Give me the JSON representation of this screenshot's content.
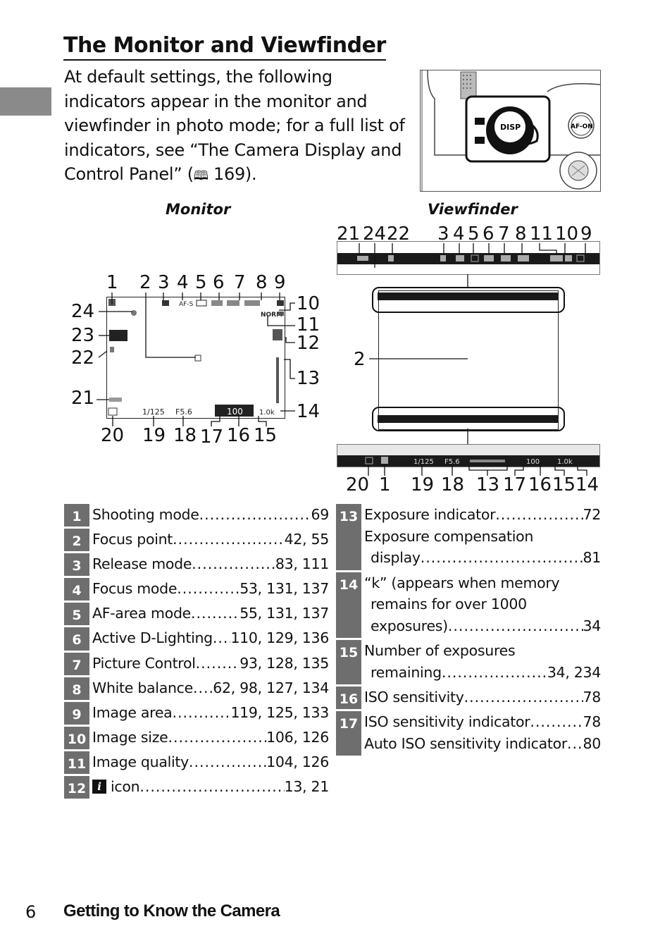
{
  "page": {
    "title": "The Monitor and Viewfinder",
    "intro_lines": [
      "At default settings, the following",
      "indicators appear in the monitor and",
      "viewfinder in photo mode; for a full list of",
      "indicators, see “The Camera Display and",
      "Control Panel” (",
      " 169)."
    ],
    "book_icon": "book-icon",
    "footer": {
      "page_number": "6",
      "section_title": "Getting to Know the Camera"
    }
  },
  "illustration": {
    "disp_label": "DISP",
    "afon_label": "AF-ON"
  },
  "diagram": {
    "monitor_caption": "Monitor",
    "viewfinder_caption": "Viewfinder",
    "monitor_numbers": {
      "n1": "1",
      "n2": "2",
      "n3": "3",
      "n4": "4",
      "n5": "5",
      "n6": "6",
      "n7": "7",
      "n8": "8",
      "n9": "9",
      "n10": "10",
      "n11": "11",
      "n12": "12",
      "n13": "13",
      "n14": "14",
      "n15": "15",
      "n16": "16",
      "n17": "17",
      "n18": "18",
      "n19": "19",
      "n20": "20",
      "n21": "21",
      "n22": "22",
      "n23": "23",
      "n24": "24"
    },
    "viewfinder_top_numbers": {
      "n21": "21",
      "n24": "24",
      "n22": "22",
      "n3": "3",
      "n4": "4",
      "n5": "5",
      "n6": "6",
      "n7": "7",
      "n8": "8",
      "n11": "11",
      "n10": "10",
      "n9": "9"
    },
    "viewfinder_side_number": "2",
    "viewfinder_bottom_numbers": {
      "n20": "20",
      "n1": "1",
      "n19": "19",
      "n18": "18",
      "n13": "13",
      "n17": "17",
      "n16": "16",
      "n15": "15",
      "n14": "14"
    },
    "screen_readouts": {
      "shutter": "1/125",
      "aperture": "F5.6",
      "iso": "100",
      "remaining": "1.0k",
      "quality": "NORM",
      "afs": "AF-S"
    }
  },
  "legend_left": [
    {
      "num": "1",
      "label": "Shooting mode",
      "pages": "69"
    },
    {
      "num": "2",
      "label": "Focus point",
      "pages": "42, 55"
    },
    {
      "num": "3",
      "label": "Release mode",
      "pages": "83, 111"
    },
    {
      "num": "4",
      "label": "Focus mode",
      "pages": "53, 131, 137"
    },
    {
      "num": "5",
      "label": "AF-area mode",
      "pages": "55, 131, 137"
    },
    {
      "num": "6",
      "label": "Active D-Lighting",
      "pages": "110, 129, 136"
    },
    {
      "num": "7",
      "label": "Picture Control",
      "pages": "93, 128, 135"
    },
    {
      "num": "8",
      "label": "White balance",
      "pages": "62, 98, 127, 134"
    },
    {
      "num": "9",
      "label": "Image area",
      "pages": "119, 125, 133"
    },
    {
      "num": "10",
      "label": "Image size",
      "pages": "106, 126"
    },
    {
      "num": "11",
      "label": "Image quality",
      "pages": "104, 126"
    },
    {
      "num": "12",
      "label": "icon",
      "pages": "13, 21"
    }
  ],
  "legend_right": [
    {
      "num": "13",
      "lines": [
        {
          "label": "Exposure indicator",
          "pages": "72"
        },
        {
          "label": "Exposure compensation",
          "pages": ""
        },
        {
          "label": "display",
          "pages": "81",
          "indent": true
        }
      ]
    },
    {
      "num": "14",
      "lines": [
        {
          "label": "“k” (appears when memory",
          "pages": ""
        },
        {
          "label": "remains for over 1000",
          "pages": "",
          "indent": true
        },
        {
          "label": "exposures)",
          "pages": "34",
          "indent": true
        }
      ]
    },
    {
      "num": "15",
      "lines": [
        {
          "label": "Number of exposures",
          "pages": ""
        },
        {
          "label": "remaining",
          "pages": "34, 234",
          "indent": true
        }
      ]
    },
    {
      "num": "16",
      "lines": [
        {
          "label": "ISO sensitivity",
          "pages": "78"
        }
      ]
    },
    {
      "num": "17",
      "lines": [
        {
          "label": "ISO sensitivity indicator",
          "pages": "78"
        },
        {
          "label": "Auto ISO sensitivity indicator",
          "pages": "80"
        }
      ]
    }
  ]
}
